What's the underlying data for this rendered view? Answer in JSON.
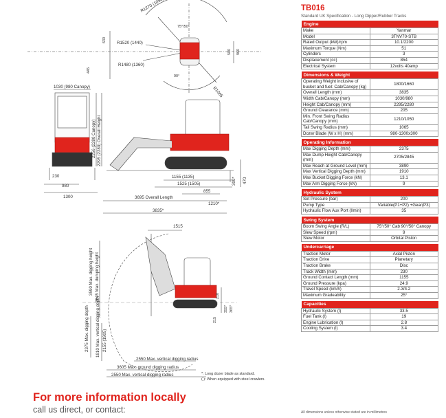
{
  "model": "TB016",
  "subtitle": "Standard UK Specification - Long Dipper/Rubber Tracks",
  "promo": {
    "title": "For more information locally",
    "subtitle": "call us direct, or contact:"
  },
  "footnote": "All dimensions unless otherwise stated are in millimetres",
  "drawing_notes": [
    "*: Long dozer blade as standard.",
    "( ): When equipped with steel crawlers."
  ],
  "dims": {
    "r1270": "R1270 (1050)",
    "r1520": "R1520 (1440)",
    "r1480": "R1480 (1360)",
    "r1065": "R1065",
    "d1030": "1030 (980 Canopy)",
    "d230": "230",
    "d980": "980",
    "d1300": "1300",
    "d2256": "2256 (2280 Canopy)",
    "d2295": "2295 (2280) Overall Height",
    "d1155": "1155 (1135)",
    "d1525": "1525 (1505)",
    "d855": "855",
    "d300": "300*",
    "d470": "470",
    "d3695": "3695 Overall Length",
    "d1210": "1210*",
    "d3835": "3835*",
    "d1515": "1515",
    "v3590": "3590 Max. digging height",
    "v2645": "2645 Max. dumping height",
    "v2375": "2375 Max. digging depth",
    "v1910": "1910 Max. vertical digging depth",
    "v2155": "2155 (1905)",
    "h2550a": "2550 Max. vertical digging radius",
    "h3605": "3605 Max. ground digging radius",
    "h2550b": "2550 Max. vertical digging radius",
    "a75": "75°/50°",
    "a90": "90°",
    "d630": "630",
    "d445": "445",
    "d580": "580",
    "d960": "960",
    "d210": "210",
    "d355": "355*",
    "d365": "365*",
    "d215": "215"
  },
  "accent_color": "#e0241d",
  "sections": [
    {
      "title": "Engine",
      "rows": [
        [
          "Make",
          "Yanmar"
        ],
        [
          "Model",
          "3TNV70-STB"
        ],
        [
          "Rated Output (kW)/rpm",
          "10.1/2200"
        ],
        [
          "Maximum Torque (Nm)",
          "51"
        ],
        [
          "Cylinders",
          "3"
        ],
        [
          "Displacement (cc)",
          "854"
        ],
        [
          "Electrical System",
          "12volts 40amp"
        ]
      ]
    },
    {
      "title": "Dimensions & Weight",
      "rows": [
        [
          "Operating Weight inclusive of bucket and fuel: Cab/Canopy (kg)",
          "1800/1660"
        ],
        [
          "Overall Length (mm)",
          "3835"
        ],
        [
          "Width Cab/Canopy (mm)",
          "1030/980"
        ],
        [
          "Height Cab/Canopy (mm)",
          "2295/2280"
        ],
        [
          "Ground Clearance (mm)",
          "205"
        ],
        [
          "Min. Front Swing Radius Cab/Canopy (mm)",
          "1210/1050"
        ],
        [
          "Tail Swing Radius (mm)",
          "1065"
        ],
        [
          "Dozer Blade (W x H) (mm)",
          "980-1300x300"
        ]
      ]
    },
    {
      "title": "Operating Information",
      "rows": [
        [
          "Max Digging Depth (mm)",
          "2375"
        ],
        [
          "Max Dump Height Cab/Canopy (mm)",
          "2705/2845"
        ],
        [
          "Max Reach at Ground Level (mm)",
          "3890"
        ],
        [
          "Max Vertical Digging Depth (mm)",
          "1910"
        ],
        [
          "Max Bucket Digging Force (kN)",
          "13.1"
        ],
        [
          "Max Arm Digging Force (kN)",
          "9"
        ]
      ]
    },
    {
      "title": "Hydraulic System",
      "rows": [
        [
          "Set Pressure (bar)",
          "200"
        ],
        [
          "Pump Type",
          "Variable(P1+P2) +Gear(P3)"
        ],
        [
          "Hydraulic Flow Aux Port (l/min)",
          "35"
        ]
      ]
    },
    {
      "title": "Swing System",
      "rows": [
        [
          "Boom Swing Angle (R/L)",
          "75°/50° Cab 90°/50° Canopy"
        ],
        [
          "Slew Speed (rpm)",
          "9"
        ],
        [
          "Slew Motor",
          "Orbital Piston"
        ]
      ]
    },
    {
      "title": "Undercarriage",
      "rows": [
        [
          "Traction Motor",
          "Axial Piston"
        ],
        [
          "Traction Drive",
          "Planetary"
        ],
        [
          "Traction Brake",
          "Disc"
        ],
        [
          "Track Width (mm)",
          "230"
        ],
        [
          "Ground Contact Length (mm)",
          "1155"
        ],
        [
          "Ground Pressure (kpa)",
          "24.9"
        ],
        [
          "Travel Speed (km/h)",
          "2.3/4.2"
        ],
        [
          "Maximum Gradeability",
          "25°"
        ]
      ]
    },
    {
      "title": "Capacities",
      "rows": [
        [
          "Hydraulic System (l)",
          "33.5"
        ],
        [
          "Fuel Tank (l)",
          "19"
        ],
        [
          "Engine Lubrication (l)",
          "2.8"
        ],
        [
          "Cooling System (l)",
          "3.4"
        ]
      ]
    }
  ]
}
